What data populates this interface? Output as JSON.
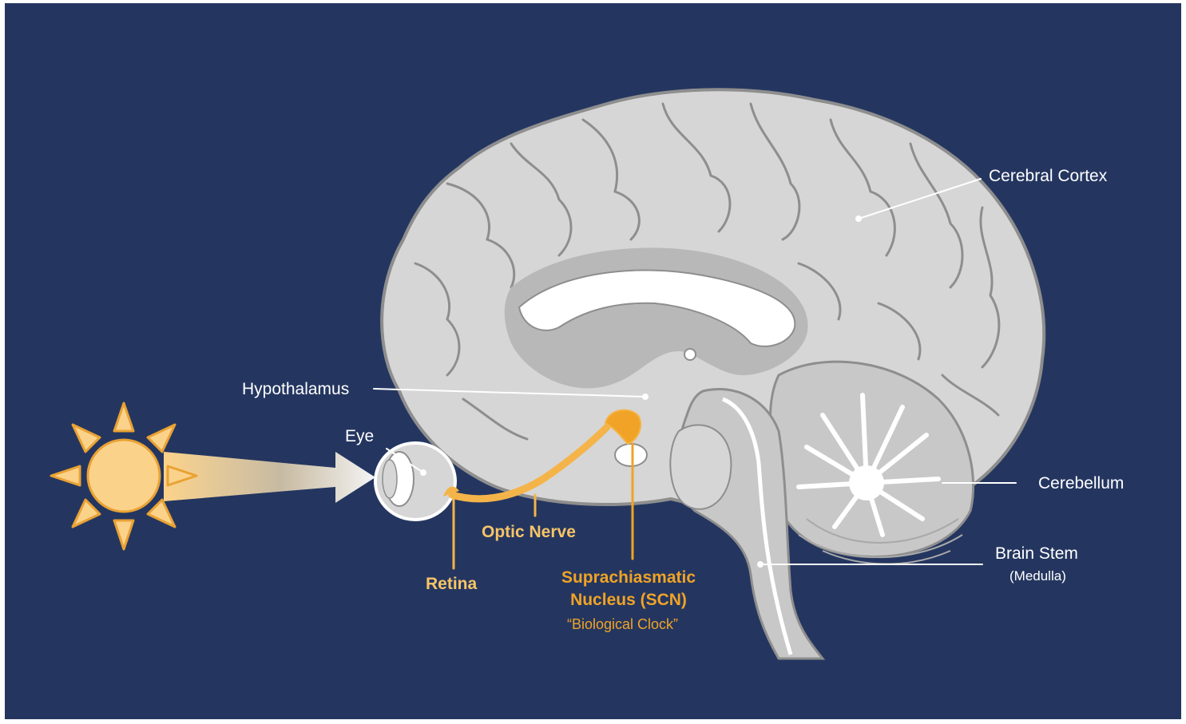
{
  "labels": {
    "eye": "Eye",
    "hypothalamus": "Hypothalamus",
    "cerebral_cortex": "Cerebral Cortex",
    "cerebellum": "Cerebellum",
    "brain_stem": "Brain Stem",
    "medulla": "(Medulla)",
    "optic_nerve": "Optic Nerve",
    "retina": "Retina",
    "scn_line1": "Suprachiasmatic",
    "scn_line2": "Nucleus (SCN)",
    "biological_clock": "“Biological Clock”"
  },
  "colors": {
    "background": "#243660",
    "brain_gray": "#d6d6d6",
    "brain_outline": "#8e8e8e",
    "sun": "#fbd28a",
    "sun_outline": "#e9a233",
    "optic_path": "#f4b449",
    "scn": "#f0a326",
    "label_white": "#ffffff"
  },
  "icons": {
    "light_source": "sun-icon"
  }
}
